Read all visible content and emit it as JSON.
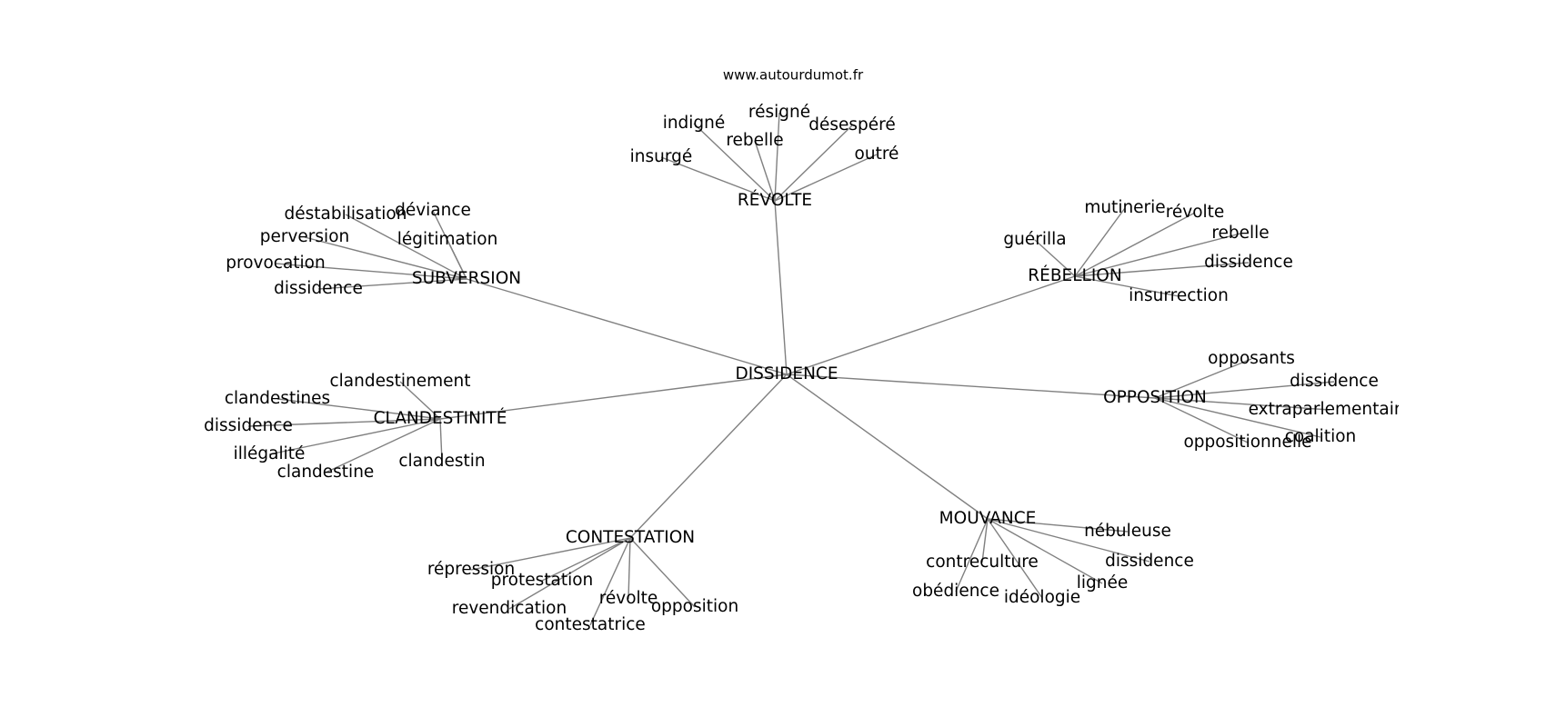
{
  "source_label": "www.autourdumot.fr",
  "edge_color": "#808080",
  "text_color": "#000000",
  "center": "DISSIDENCE",
  "groups": [
    {
      "hub": "RÉVOLTE",
      "leaves": [
        "indigné",
        "résigné",
        "désespéré",
        "rebelle",
        "insurgé",
        "outré"
      ]
    },
    {
      "hub": "SUBVERSION",
      "leaves": [
        "déstabilisation",
        "déviance",
        "perversion",
        "légitimation",
        "provocation",
        "dissidence"
      ]
    },
    {
      "hub": "RÉBELLION",
      "leaves": [
        "mutinerie",
        "révolte",
        "guérilla",
        "rebelle",
        "dissidence",
        "insurrection"
      ]
    },
    {
      "hub": "CLANDESTINITÉ",
      "leaves": [
        "clandestinement",
        "clandestines",
        "dissidence",
        "illégalité",
        "clandestine",
        "clandestin"
      ]
    },
    {
      "hub": "OPPOSITION",
      "leaves": [
        "opposants",
        "dissidence",
        "extraparlementaire",
        "coalition",
        "oppositionnelle"
      ]
    },
    {
      "hub": "MOUVANCE",
      "leaves": [
        "nébuleuse",
        "contreculture",
        "dissidence",
        "lignée",
        "obédience",
        "idéologie"
      ]
    },
    {
      "hub": "CONTESTATION",
      "leaves": [
        "répression",
        "protestation",
        "revendication",
        "révolte",
        "opposition",
        "contestatrice"
      ]
    }
  ]
}
